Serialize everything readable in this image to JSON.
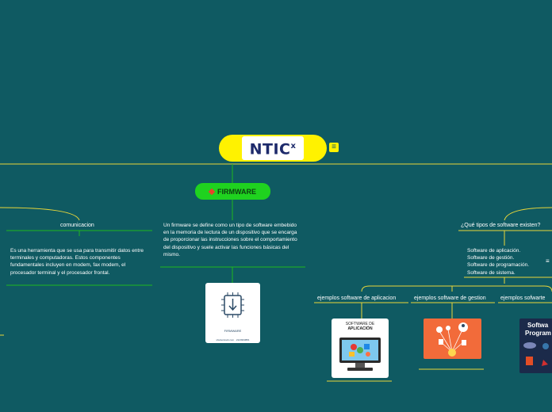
{
  "central": {
    "title": "NTIC",
    "superscript": "x"
  },
  "main_topic": {
    "label": "FIRMWARE"
  },
  "branches": {
    "comunicacion": {
      "label": "comunicacion",
      "text": "Es una herramienta que se usa para transmitir datos entre terminales y computadoras. Estos componentes fundamentales incluyen en modem, fax modem, el procesador terminal y el procesador frontal."
    },
    "definition": {
      "text": "Un firmware se define como un tipo de software embebido en la memoria de lectura de un dispositivo que se encarga de proporcionar las instrucciones sobre el comportamiento del dispositivo y suele activar las funciones básicas del mismo."
    },
    "tipos": {
      "label": "¿Qué tipos de software existen?",
      "items": [
        "Software de aplicación.",
        "Software de gestión.",
        "Software de programación.",
        "Software de sistema."
      ]
    },
    "ejemplos": [
      {
        "label": "ejemplos software de aplicacion"
      },
      {
        "label": "ejemplos software de gestion"
      },
      {
        "label": "ejemplos sofwarte"
      }
    ]
  },
  "images": {
    "firmware_card": {
      "caption": "FIRMWARE",
      "subcaption": "shutterstock.com · 2124993881"
    },
    "aplicacion_card": {
      "line1": "SOFTWARE DE",
      "line2": "APLICACIÓN"
    },
    "programacion_card": {
      "line1": "Softwa",
      "line2": "Program"
    }
  },
  "colors": {
    "background": "#0f5a62",
    "central": "#fff200",
    "firmware": "#1fd21f",
    "lines_yellow": "#e8d63a",
    "lines_green": "#1fb81f"
  },
  "icons": {
    "notes": "notes-icon",
    "diamond": "diamond-marker-icon",
    "chip": "chip-icon"
  }
}
